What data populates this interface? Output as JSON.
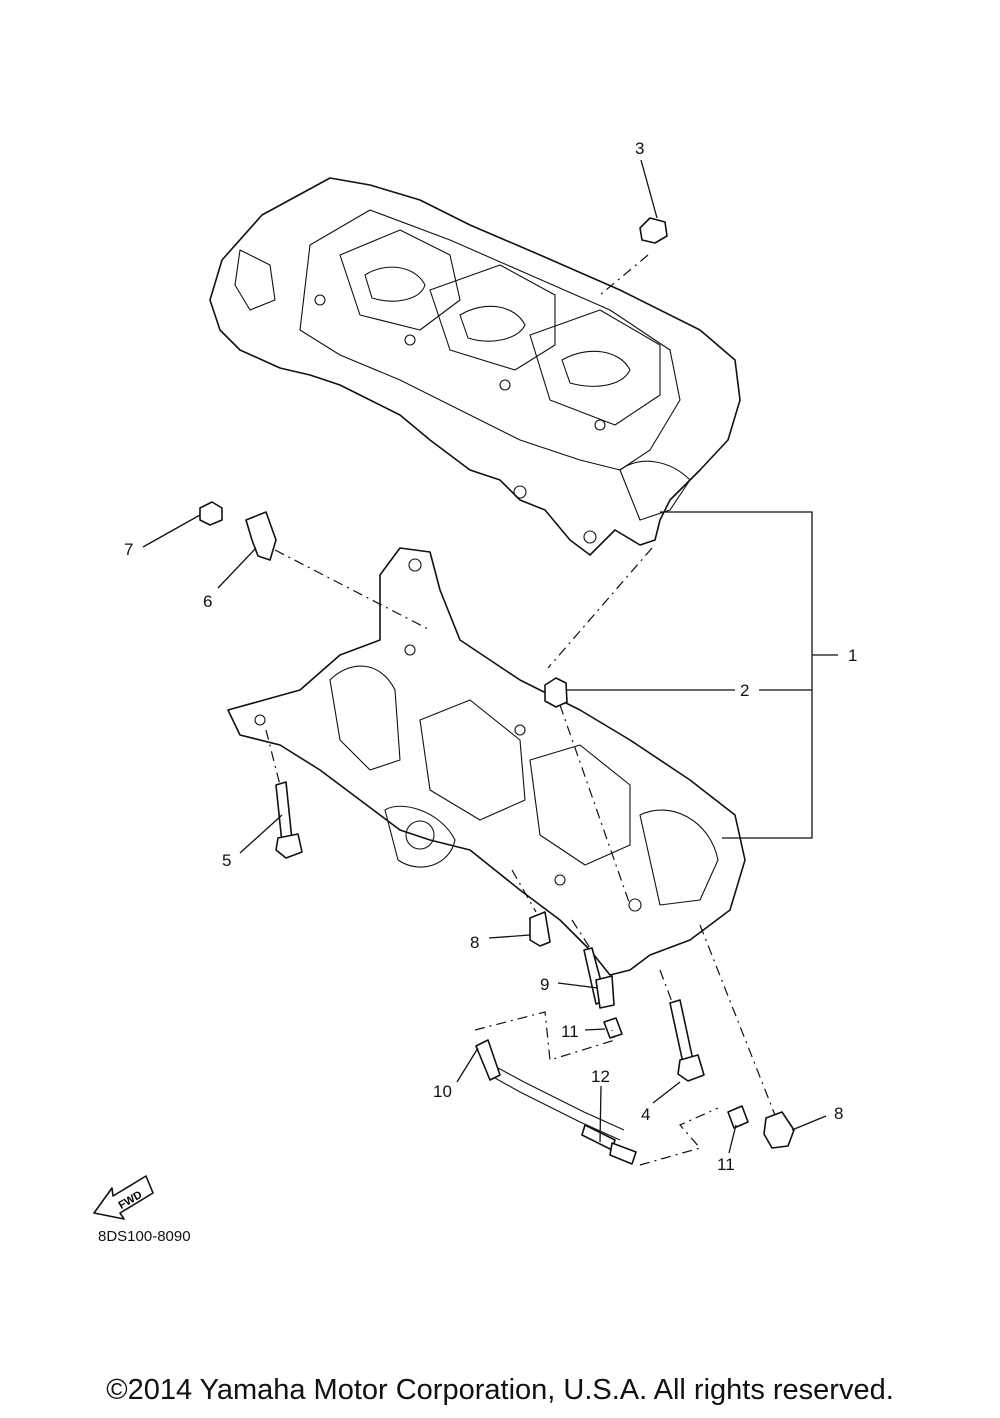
{
  "callouts": {
    "c1": "1",
    "c2": "2",
    "c3": "3",
    "c4": "4",
    "c5": "5",
    "c6": "6",
    "c7": "7",
    "c8a": "8",
    "c8b": "8",
    "c9": "9",
    "c10": "10",
    "c11a": "11",
    "c11b": "11",
    "c12": "12"
  },
  "fwd_label": "FWD",
  "diagram_code": "8DS100-8090",
  "copyright": "©2014 Yamaha Motor Corporation, U.S.A. All rights reserved."
}
